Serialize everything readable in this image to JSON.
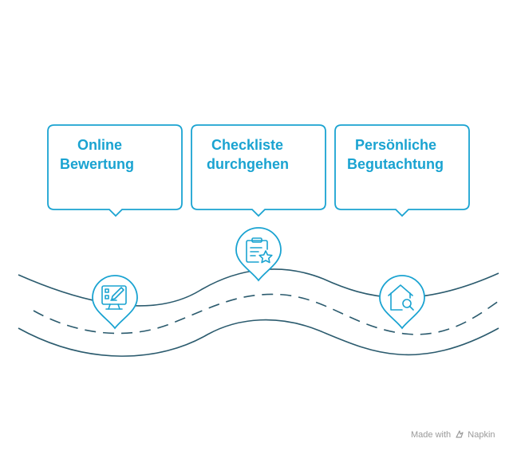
{
  "steps": [
    {
      "line1": "Online",
      "line2": "Bewertung",
      "icon": "monitor-checklist-pencil-icon"
    },
    {
      "line1": "Checkliste",
      "line2": "durchgehen",
      "icon": "clipboard-star-icon"
    },
    {
      "line1": "Persönliche",
      "line2": "Begutachtung",
      "icon": "house-magnifier-icon"
    }
  ],
  "footer": {
    "made_with": "Made with",
    "brand": "Napkin"
  },
  "colors": {
    "accent": "#1aa3d1",
    "road": "#2b5b6e"
  }
}
